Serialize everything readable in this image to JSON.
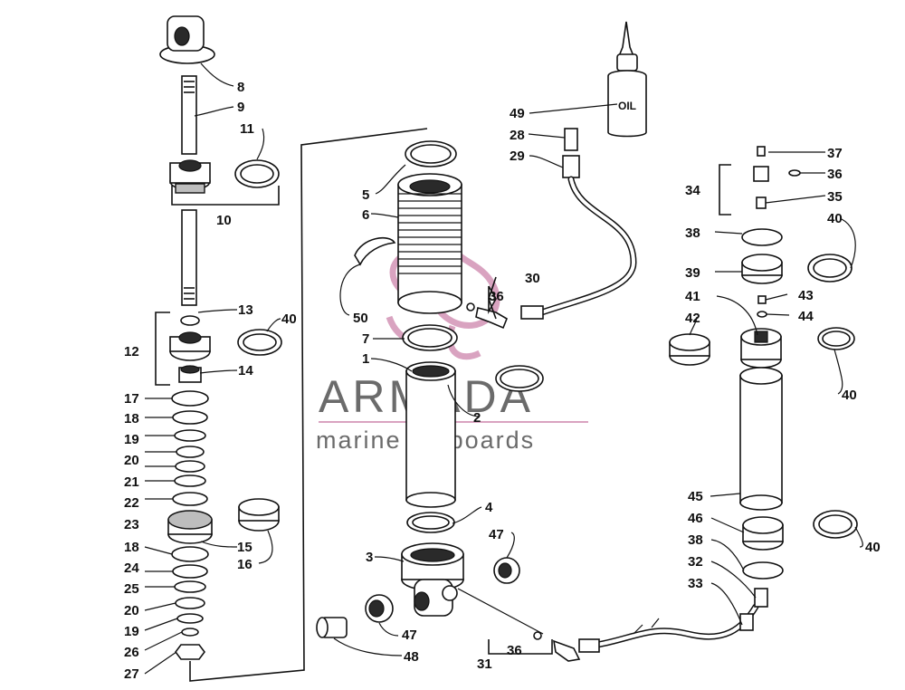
{
  "watermark": {
    "brand": "ARMADA",
    "tagline": "marine outboards",
    "accent_color": "#d9a3c0"
  },
  "bottle_label": "OIL",
  "callouts": {
    "c8": "8",
    "c9": "9",
    "c10": "10",
    "c11": "11",
    "c12": "12",
    "c13": "13",
    "c14": "14",
    "c17": "17",
    "c18a": "18",
    "c19a": "19",
    "c20a": "20",
    "c21": "21",
    "c22": "22",
    "c23": "23",
    "c15": "15",
    "c16": "16",
    "c18b": "18",
    "c24": "24",
    "c25": "25",
    "c20b": "20",
    "c19b": "19",
    "c26": "26",
    "c27": "27",
    "c40a": "40",
    "c5": "5",
    "c6": "6",
    "c50": "50",
    "c7": "7",
    "c1": "1",
    "c2": "2",
    "c4": "4",
    "c3": "3",
    "c47a": "47",
    "c47b": "47",
    "c48": "48",
    "c30": "30",
    "c36a": "36",
    "c49": "49",
    "c28": "28",
    "c29": "29",
    "c36b": "36",
    "c31": "31",
    "c37": "37",
    "c36c": "36",
    "c34": "34",
    "c35": "35",
    "c38a": "38",
    "c40b": "40",
    "c39": "39",
    "c41": "41",
    "c43": "43",
    "c44": "44",
    "c42": "42",
    "c40c": "40",
    "c45": "45",
    "c46": "46",
    "c38b": "38",
    "c40d": "40",
    "c32": "32",
    "c33": "33"
  }
}
